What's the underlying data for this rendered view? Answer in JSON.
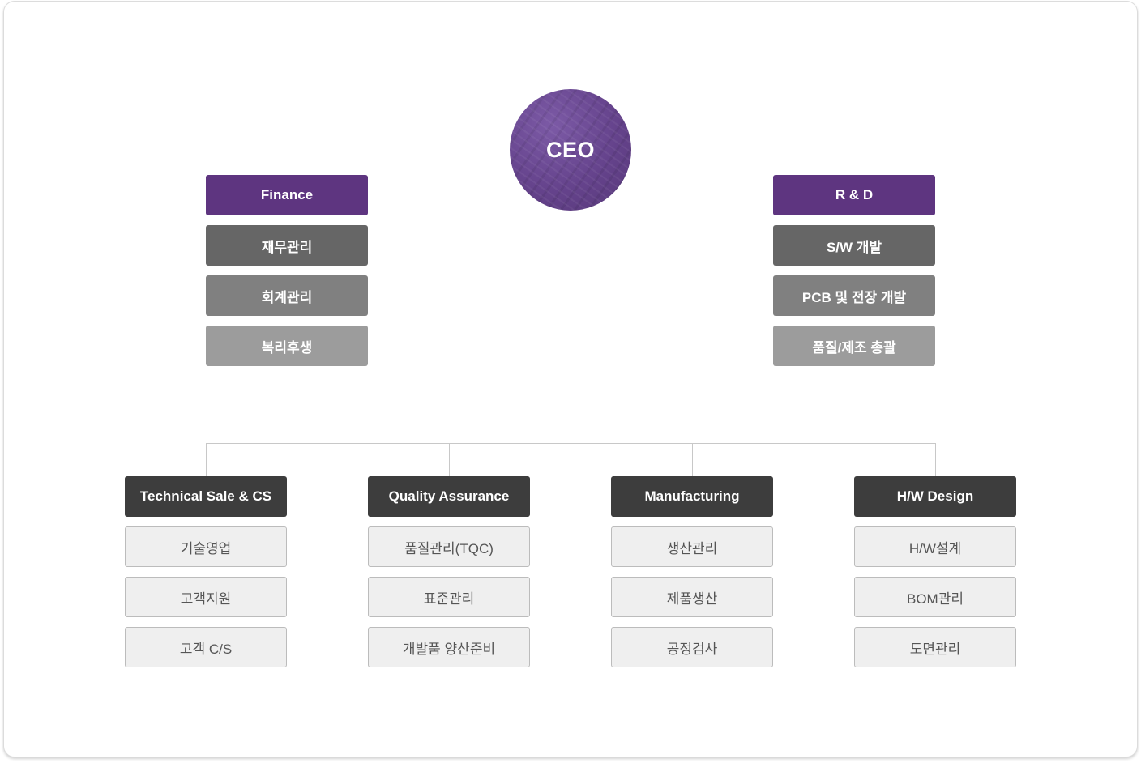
{
  "ceo": "CEO",
  "finance": {
    "header": "Finance",
    "items": [
      "재무관리",
      "회계관리",
      "복리후생"
    ]
  },
  "rnd": {
    "header": "R & D",
    "items": [
      "S/W 개발",
      "PCB 및 전장 개발",
      "품질/제조 총괄"
    ]
  },
  "departments": [
    {
      "header": "Technical Sale & CS",
      "items": [
        "기술영업",
        "고객지원",
        "고객 C/S"
      ]
    },
    {
      "header": "Quality Assurance",
      "items": [
        "품질관리(TQC)",
        "표준관리",
        "개발품 양산준비"
      ]
    },
    {
      "header": "Manufacturing",
      "items": [
        "생산관리",
        "제품생산",
        "공정검사"
      ]
    },
    {
      "header": "H/W Design",
      "items": [
        "H/W설계",
        "BOM관리",
        "도면관리"
      ]
    }
  ],
  "colors": {
    "purple": "#5e3580",
    "dark_header": "#3d3d3d",
    "light_box": "#efefef"
  }
}
